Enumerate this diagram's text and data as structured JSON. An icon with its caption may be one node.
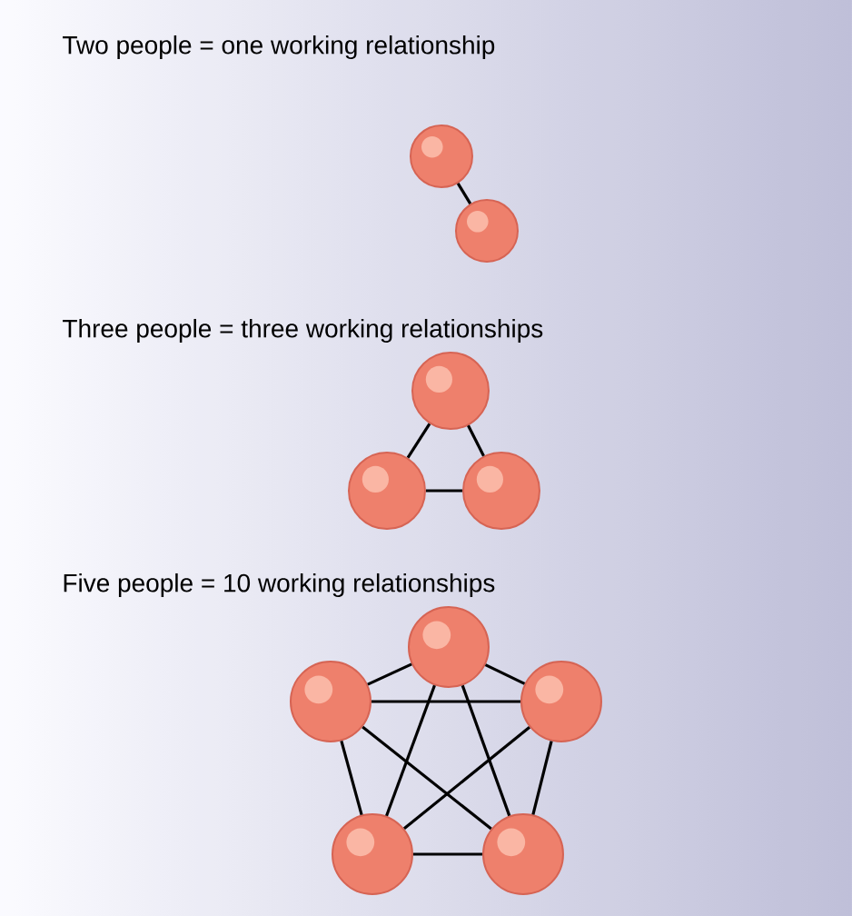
{
  "diagram": {
    "nodes": [
      {
        "text": [],
        "shape": "circle"
      },
      {
        "text": [],
        "shape": "circle"
      },
      {
        "text": [],
        "shape": "circle"
      },
      {
        "text": [],
        "shape": "circle"
      },
      {
        "text": [],
        "shape": "circle"
      },
      {
        "text": [],
        "shape": "circle"
      },
      {
        "text": [],
        "shape": "circle"
      },
      {
        "text": [],
        "shape": "circle"
      },
      {
        "text": [],
        "shape": "circle"
      },
      {
        "text": [],
        "shape": "circle"
      }
    ],
    "edges": [
      {
        "from": 0,
        "to": 1,
        "arrow": "none"
      },
      {
        "from": 2,
        "to": 3,
        "arrow": "none"
      },
      {
        "from": 2,
        "to": 4,
        "arrow": "none"
      },
      {
        "from": 3,
        "to": 4,
        "arrow": "none"
      },
      {
        "from": 5,
        "to": 6,
        "arrow": "none"
      },
      {
        "from": 5,
        "to": 7,
        "arrow": "none"
      },
      {
        "from": 5,
        "to": 8,
        "arrow": "none"
      },
      {
        "from": 5,
        "to": 9,
        "arrow": "none"
      },
      {
        "from": 6,
        "to": 7,
        "arrow": "none"
      },
      {
        "from": 6,
        "to": 8,
        "arrow": "none"
      },
      {
        "from": 6,
        "to": 9,
        "arrow": "none"
      },
      {
        "from": 7,
        "to": 8,
        "arrow": "none"
      },
      {
        "from": 7,
        "to": 9,
        "arrow": "none"
      },
      {
        "from": 8,
        "to": 9,
        "arrow": "none"
      }
    ],
    "labels": [
      "Two people = one working relationship",
      "Three people = three working relationships",
      "Five people = 10 working relationships"
    ]
  }
}
